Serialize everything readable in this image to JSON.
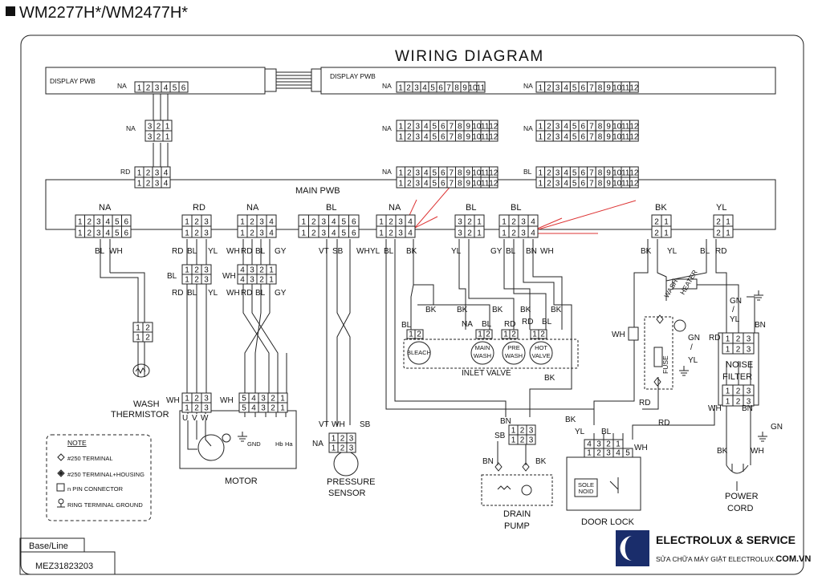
{
  "header": {
    "model": "WM2277H*/WM2477H*",
    "title": "WIRING DIAGRAM"
  },
  "top": {
    "left_board": "DISPLAY PWB",
    "right_board": "DISPLAY PWB",
    "main_board": "MAIN PWB"
  },
  "colors": {
    "NA": "NA",
    "RD": "RD",
    "BL": "BL",
    "BK": "BK",
    "YL": "YL",
    "WH": "WH",
    "GY": "GY",
    "BN": "BN",
    "VT": "VT",
    "SB": "SB",
    "GN": "GN",
    "GN_YL_a": "GN",
    "GN_YL_b": "/",
    "GN_YL_c": "YL",
    "GN_YL_lbl": "GN / YL"
  },
  "connectors": {
    "c6": [
      "1",
      "2",
      "3",
      "4",
      "5",
      "6"
    ],
    "c4": [
      "1",
      "2",
      "3",
      "4"
    ],
    "c3": [
      "1",
      "2",
      "3"
    ],
    "c3r": [
      "3",
      "2",
      "1"
    ],
    "c2r": [
      "2",
      "1"
    ],
    "c11": [
      "1",
      "2",
      "3",
      "4",
      "5",
      "6",
      "7",
      "8",
      "9",
      "10",
      "11"
    ],
    "c12": [
      "1",
      "2",
      "3",
      "4",
      "5",
      "6",
      "7",
      "8",
      "9",
      "10",
      "11",
      "12"
    ],
    "c2": [
      "1",
      "2"
    ],
    "c5r": [
      "5",
      "4",
      "3",
      "2",
      "1"
    ],
    "c4r": [
      "4",
      "3",
      "2",
      "1"
    ],
    "c12345": [
      "1",
      "2",
      "3",
      "4",
      "5"
    ]
  },
  "components": {
    "wash_thermistor": "WASH\nTHERMISTOR",
    "wash_thermistor_l1": "WASH",
    "wash_thermistor_l2": "THERMISTOR",
    "motor": "MOTOR",
    "motor_uvw": [
      "U",
      "V",
      "W"
    ],
    "motor_gnd": "GND",
    "motor_hb": "Hb",
    "motor_ha": "Ha",
    "pressure_l1": "PRESSURE",
    "pressure_l2": "SENSOR",
    "inlet_valve": "INLET VALVE",
    "bleach": "BLEACH",
    "main_wash_1": "MAIN",
    "main_wash_2": "WASH",
    "pre_wash_1": "PRE",
    "pre_wash_2": "WASH",
    "hot_valve_1": "HOT",
    "hot_valve_2": "VALVE",
    "drain_l1": "DRAIN",
    "drain_l2": "PUMP",
    "door_lock": "DOOR LOCK",
    "sole_1": "SOLE",
    "sole_2": "NOID",
    "wash": "WASH",
    "heater": "HEATER",
    "fuse": "FUSE",
    "noise_l1": "NOISE",
    "noise_l2": "FILTER",
    "power_l1": "POWER",
    "power_l2": "CORD"
  },
  "note": {
    "title": "NOTE",
    "items": [
      "#250 TERMINAL",
      "#250 TERMINAL+HOUSING",
      "n PIN CONNECTOR",
      "RING TERMINAL GROUND"
    ]
  },
  "footer": {
    "base_line": "Base/Line",
    "part_no": "MEZ31823203"
  },
  "brand": {
    "name": "ELECTROLUX & SERVICE",
    "sub_prefix": "SỬA CHỮA MÁY GIẶT ELECTROLUX.",
    "sub_suffix": "COM.VN",
    "color": "#1a2d6b"
  }
}
